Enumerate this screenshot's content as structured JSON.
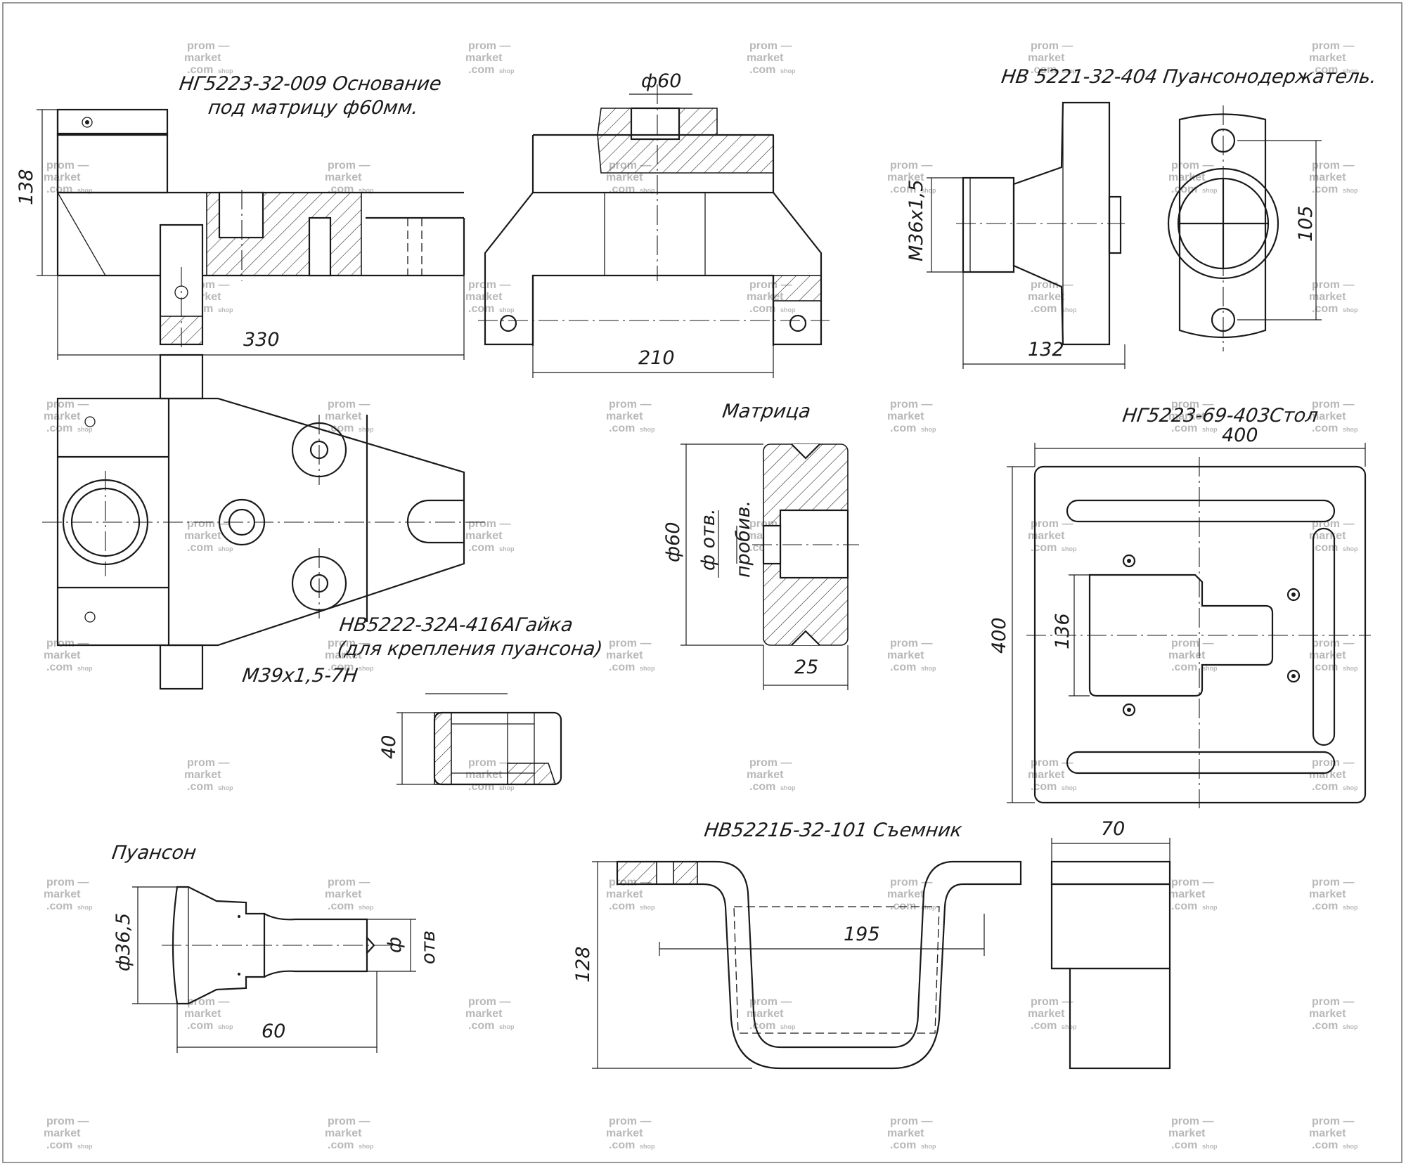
{
  "titles": {
    "base": "НГ5223-32-009 Основание",
    "base_sub": "под матрицу ф60мм.",
    "holder": "НВ 5221-32-404 Пуансонодержатель.",
    "matrix": "Матрица",
    "table": "НГ5223-69-403Стол",
    "nut": "НВ5222-32А-416АГайка",
    "nut_sub": "(для крепления пуансона)",
    "nut_thread": "М39х1,5-7Н",
    "punch": "Пуансон",
    "stripper": "НВ5221Б-32-101 Съемник"
  },
  "dimensions": {
    "base_height": "138",
    "base_length": "330",
    "base_hole": "ф60",
    "base_width": "210",
    "holder_thread": "М36х1,5",
    "holder_length": "132",
    "holder_height": "105",
    "matrix_diameter": "ф60",
    "matrix_hole": "ф отв.",
    "matrix_punch": "пробив.",
    "matrix_thickness": "25",
    "table_width": "400",
    "table_height": "400",
    "table_inner": "136",
    "nut_height": "40",
    "punch_diameter": "ф36,5",
    "punch_length": "60",
    "punch_tip": "ф",
    "punch_tip_label": "отв",
    "stripper_height": "128",
    "stripper_span": "195",
    "stripper_depth": "70"
  },
  "watermark": {
    "line1": "prom —",
    "line2": "market",
    "line3": ".com",
    "suffix": "shop"
  }
}
